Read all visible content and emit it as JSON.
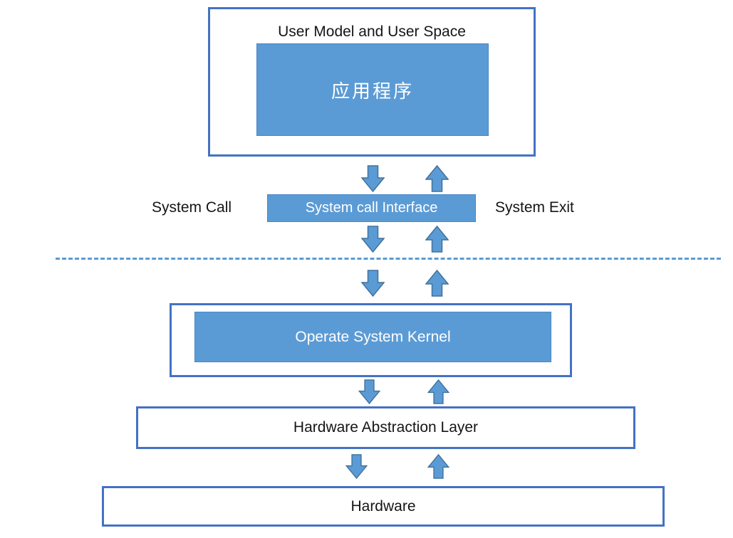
{
  "diagram": {
    "user_space": {
      "title": "User Model and User Space",
      "application_label": "应用程序"
    },
    "system_call_row": {
      "left_label": "System Call",
      "interface_label": "System call Interface",
      "right_label": "System Exit"
    },
    "kernel": {
      "label": "Operate System Kernel"
    },
    "hal": {
      "label": "Hardware Abstraction Layer"
    },
    "hardware": {
      "label": "Hardware"
    },
    "colors": {
      "fill_blue": "#5B9BD5",
      "box_border_blue": "#4472C4",
      "arrow_outline": "#41719C",
      "divider_blue": "#5B9BD5",
      "text_dark": "#151515",
      "text_light": "#ffffff"
    }
  }
}
